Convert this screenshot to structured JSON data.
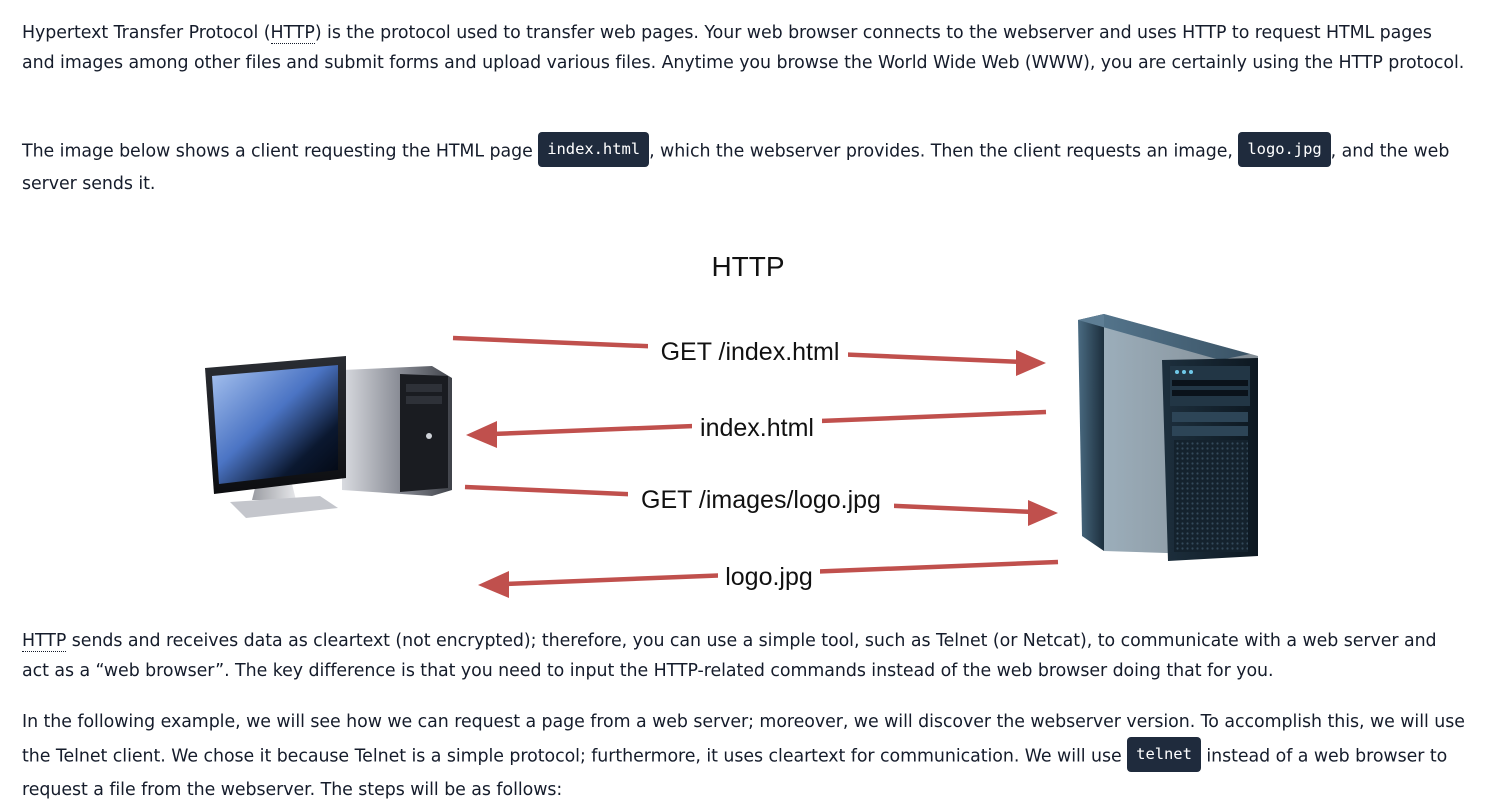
{
  "paragraphs": {
    "p1": {
      "term": "HTTP",
      "before": "Hypertext Transfer Protocol (",
      "after": ") is the protocol used to transfer web pages. Your web browser connects to the webserver and uses HTTP to request HTML pages and images among other files and submit forms and upload various files. Anytime you browse the World Wide Web (WWW), you are certainly using the HTTP protocol."
    },
    "p2": {
      "before": "The image below shows a client requesting the HTML page ",
      "code1": "index.html",
      "middle": ", which the webserver provides. Then the client requests an image, ",
      "code2": "logo.jpg",
      "after": ", and the web server sends it."
    },
    "p3": {
      "term": "HTTP",
      "after": " sends and receives data as cleartext (not encrypted); therefore, you can use a simple tool, such as Telnet (or Netcat), to communicate with a web server and act as a “web browser”. The key difference is that you need to input the HTTP-related commands instead of the web browser doing that for you."
    },
    "p4": {
      "before": "In the following example, we will see how we can request a page from a web server; moreover, we will discover the webserver version. To accomplish this, we will use the Telnet client. We chose it because Telnet is a simple protocol; furthermore, it uses cleartext for communication. We will use ",
      "code": "telnet",
      "after": " instead of a web browser to request a file from the webserver. The steps will be as follows:"
    }
  },
  "diagram": {
    "title": "HTTP",
    "arrows": [
      {
        "label": "GET /index.html",
        "direction": "client-to-server"
      },
      {
        "label": "index.html",
        "direction": "server-to-client"
      },
      {
        "label": "GET /images/logo.jpg",
        "direction": "client-to-server"
      },
      {
        "label": "logo.jpg",
        "direction": "server-to-client"
      }
    ],
    "client_icon": "desktop-computer-icon",
    "server_icon": "server-tower-icon",
    "colors": {
      "arrow": "#c0504d",
      "code_bg": "#1f2b3d",
      "text": "#151c2b"
    }
  }
}
